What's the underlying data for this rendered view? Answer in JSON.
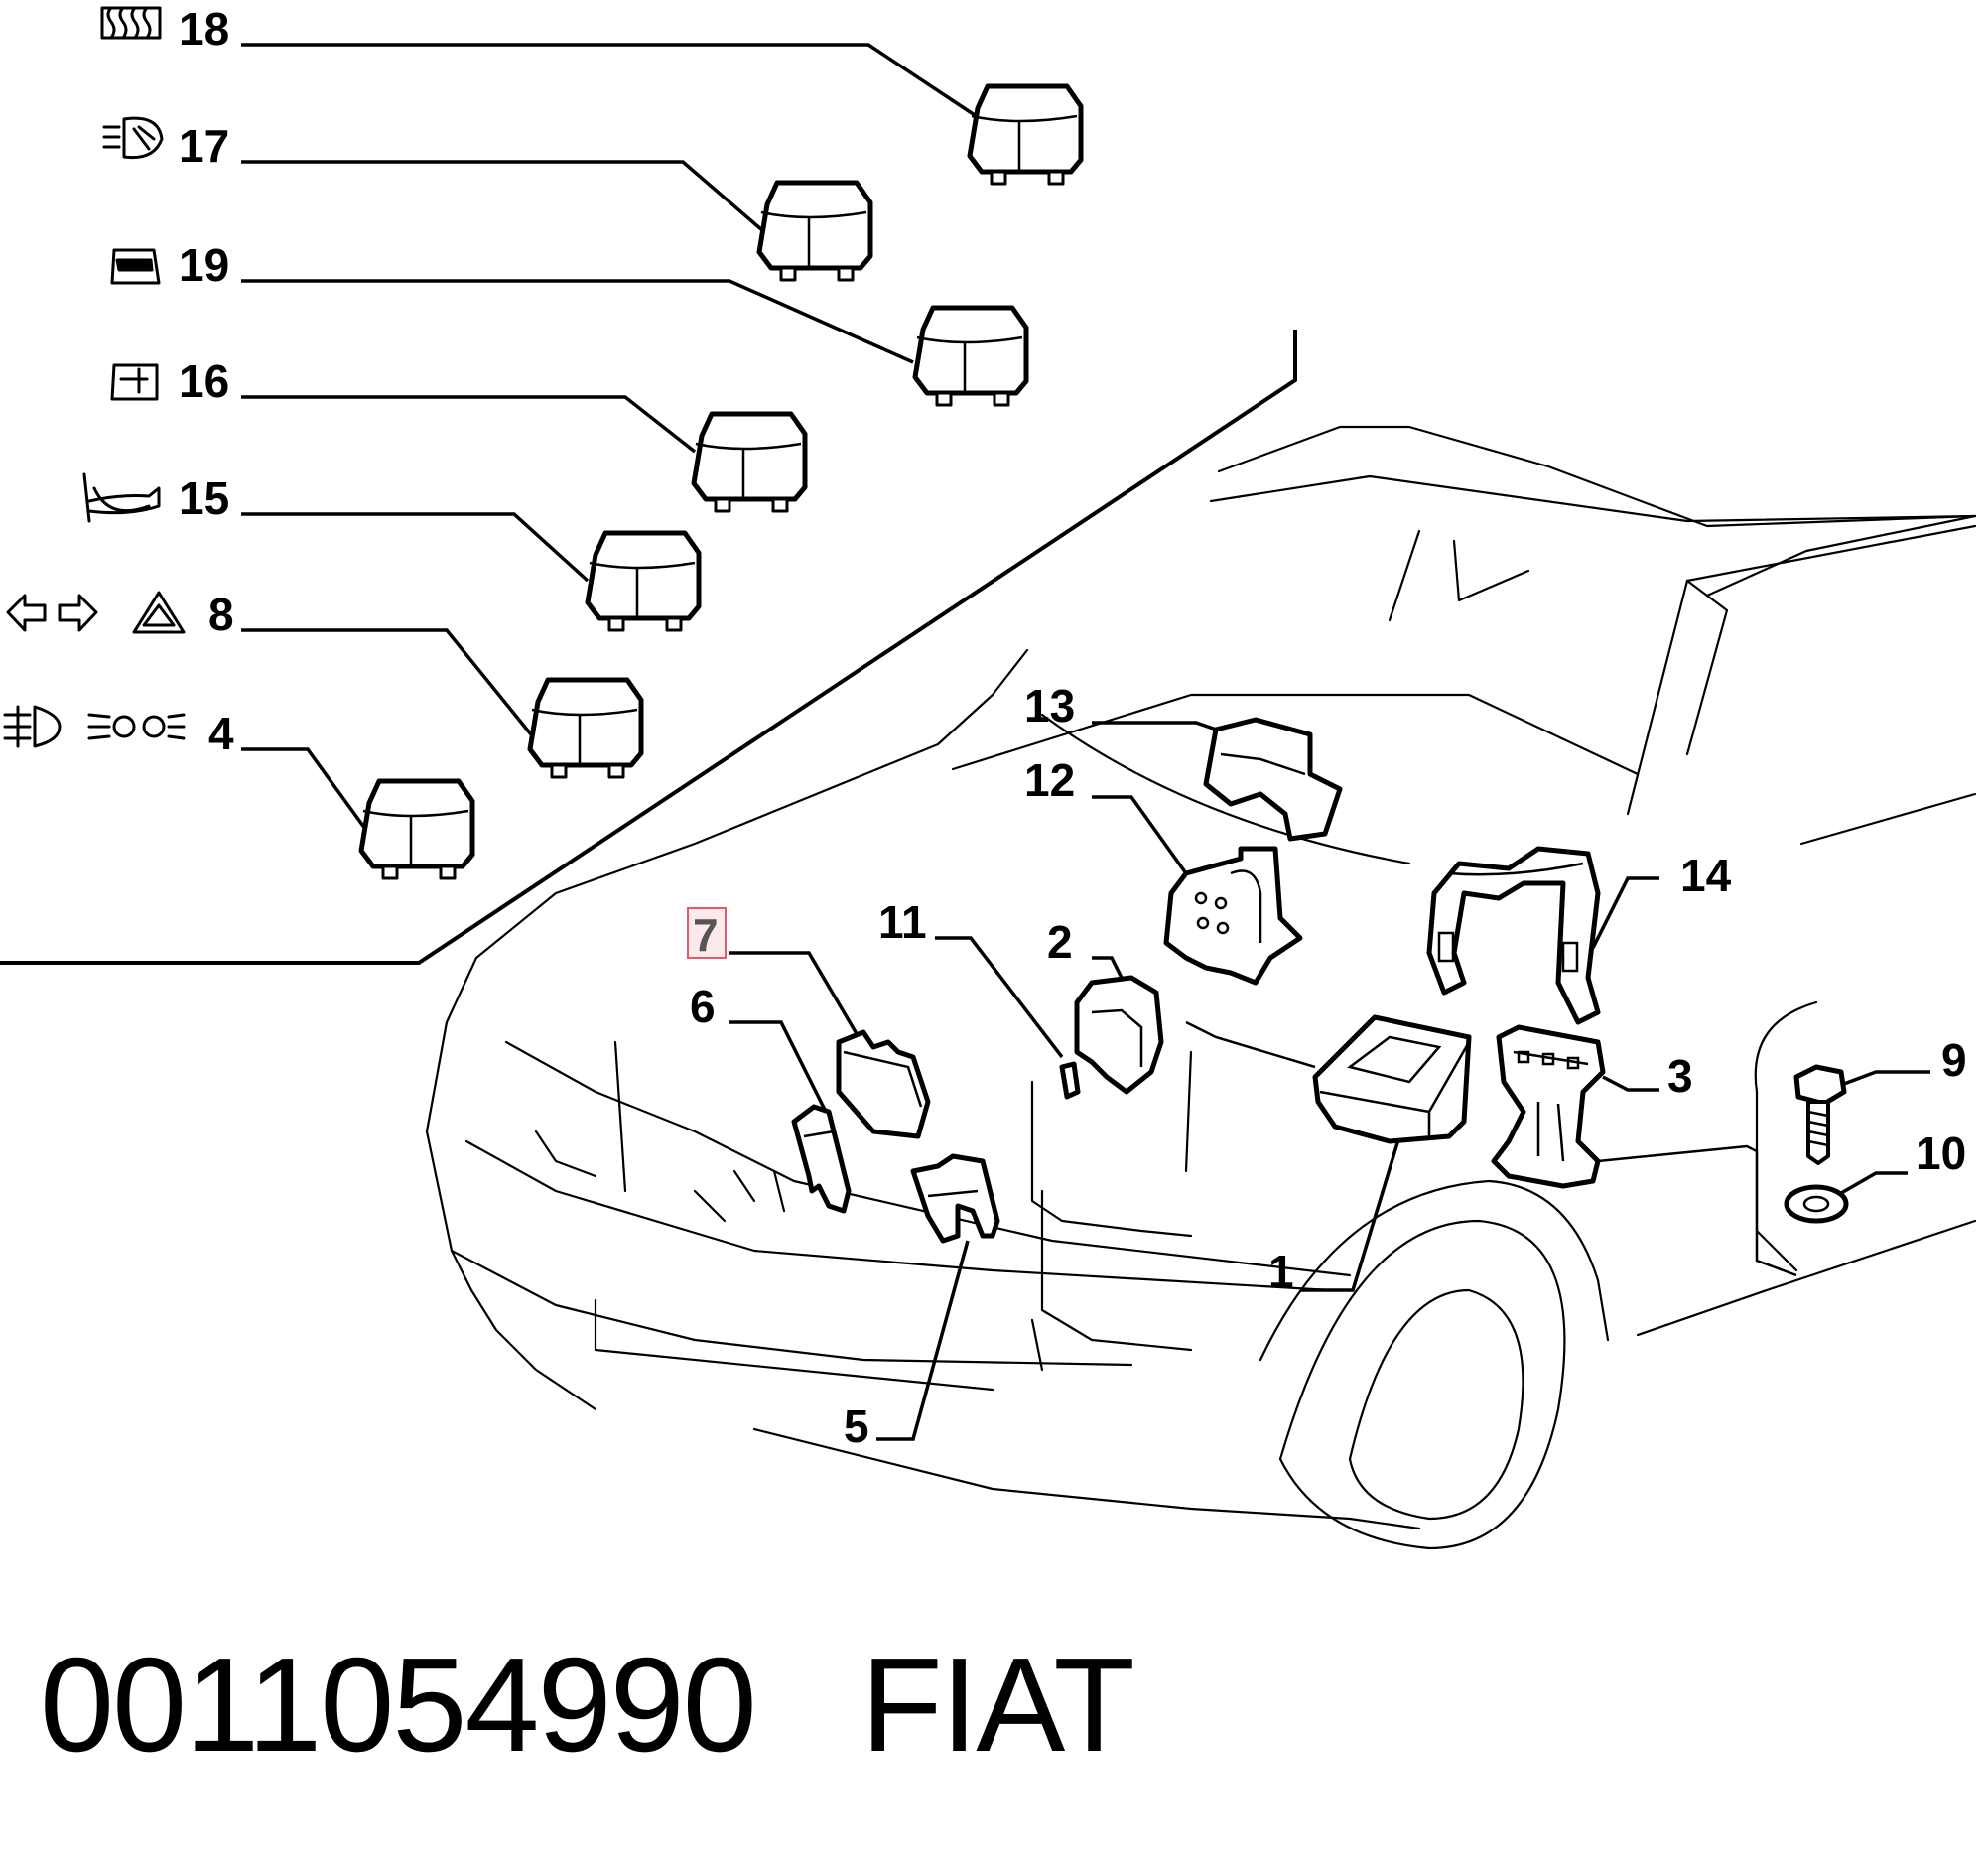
{
  "relay_labels": {
    "r18": "18",
    "r17": "17",
    "r19": "19",
    "r16": "16",
    "r15": "15",
    "r8": "8",
    "r4": "4"
  },
  "part_labels": {
    "p13": "13",
    "p12": "12",
    "p14": "14",
    "p11": "11",
    "p2": "2",
    "p7": "7",
    "p6": "6",
    "p3": "3",
    "p9": "9",
    "p10": "10",
    "p1": "1",
    "p5": "5"
  },
  "highlighted_part": "7",
  "highlight_color": "#e05a6a",
  "icons": {
    "r18": "rear-defroster-icon",
    "r17": "headlamp-washer-icon",
    "r19": "power-window-icon",
    "r16": "door-lock-icon",
    "r15": "horn-icon",
    "r8": "turn-signal-hazard-icon",
    "r4": "fog-light-low-beam-icon"
  },
  "footer": {
    "part_number": "0011054990",
    "brand": "FIAT"
  }
}
